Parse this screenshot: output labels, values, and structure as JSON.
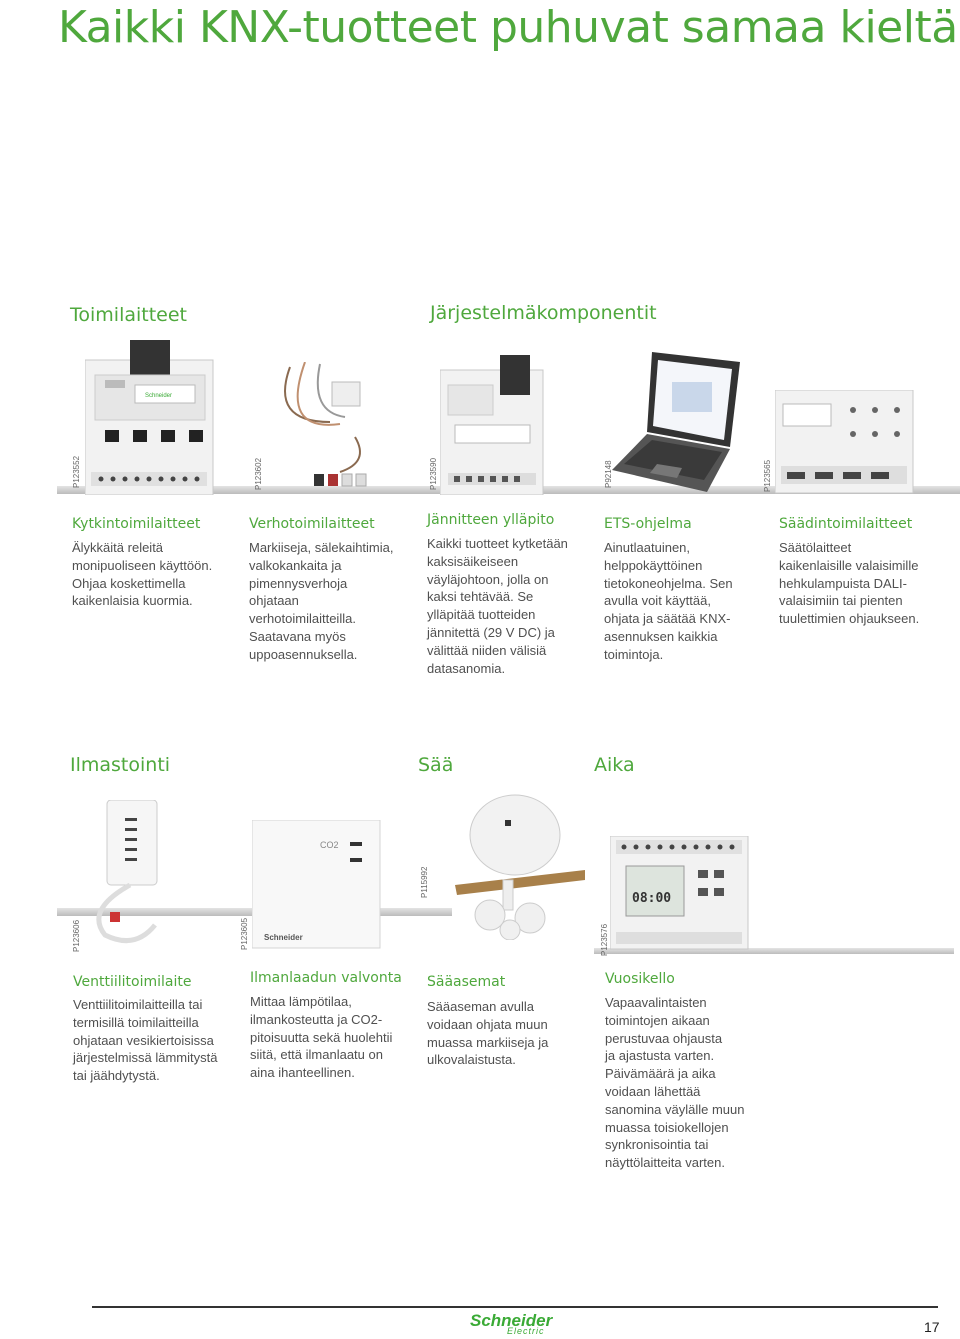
{
  "title": "Kaikki KNX-tuotteet puhuvat samaa kieltä",
  "sections": {
    "toimilaitteet": "Toimilaitteet",
    "jarjestelma": "Järjestelmäkomponentit",
    "ilmastointi": "Ilmastointi",
    "saa": "Sää",
    "aika": "Aika"
  },
  "row1": [
    {
      "code": "P123552",
      "title": "Kytkintoimilaitteet",
      "desc": "Älykkäitä releitä\nmonipuoliseen käyttöön.\nOhjaa koskettimella\nkaikenlaisia kuormia."
    },
    {
      "code": "P123602",
      "title": "Verhotoimilaitteet",
      "desc": "Markiiseja, sälekaihtimia,\nvalkokankaita ja\npimennysverhoja\nohjataan\nverhotoimilaitteilla.\nSaatavana myös\nuppoasennuksella."
    },
    {
      "code": "P123590",
      "title": "Jännitteen ylläpito",
      "desc": "Kaikki tuotteet kytketään\nkaksisäikeiseen\nväyläjohtoon, jolla on\nkaksi tehtävää. Se\nylläpitää tuotteiden\njännitettä (29 V DC) ja\nvälittää niiden välisiä\ndatasanomia."
    },
    {
      "code": "P92148",
      "title": "ETS-ohjelma",
      "desc": "Ainutlaatuinen,\nhelppokäyttöinen\ntietokoneohjelma. Sen\navulla voit käyttää,\nohjata ja säätää KNX-\nasennuksen kaikkia\ntoimintoja."
    },
    {
      "code": "P123565",
      "title": "Säädintoimilaitteet",
      "desc": "Säätölaitteet\nkaikenlaisille valaisimille\nhehkulampuista DALI-\nvalaisimiin tai pienten\ntuulettimien ohjaukseen."
    }
  ],
  "row2": [
    {
      "code": "P123606",
      "title": "Venttiilitoimilaite",
      "desc": "Venttiilitoimilaitteilla tai\ntermisillä toimilaitteilla\nohjataan vesikiertoisissa\njärjestelmissä lämmitystä\ntai jäähdytystä."
    },
    {
      "code": "P123605",
      "title": "Ilmanlaadun valvonta",
      "desc": "Mittaa lämpötilaa,\nilmankosteutta ja CO2-\npitoisuutta sekä huolehtii\nsiitä, että ilmanlaatu on\naina ihanteellinen."
    },
    {
      "code": "P115992",
      "title": "Sääasemat",
      "desc": "Sääaseman avulla\nvoidaan ohjata muun\nmuassa markiiseja ja\nulkovalaistusta."
    },
    {
      "code": "P123576",
      "title": "Vuosikello",
      "desc": "Vapaavalintaisten\ntoimintojen aikaan\nperustuvaa ohjausta\nja ajastusta varten.\nPäivämäärä ja aika\nvoidaan lähettää\nsanomina väylälle muun\nmuassa toisiokellojen\nsynkronisointia tai\nnäyttölaitteita varten."
    }
  ],
  "labels": {
    "co2": "CO2",
    "clock": "08:00",
    "brand": "Schneider"
  },
  "footer": {
    "logo": "Schneider",
    "logo_sub": "Electric",
    "page": "17"
  }
}
